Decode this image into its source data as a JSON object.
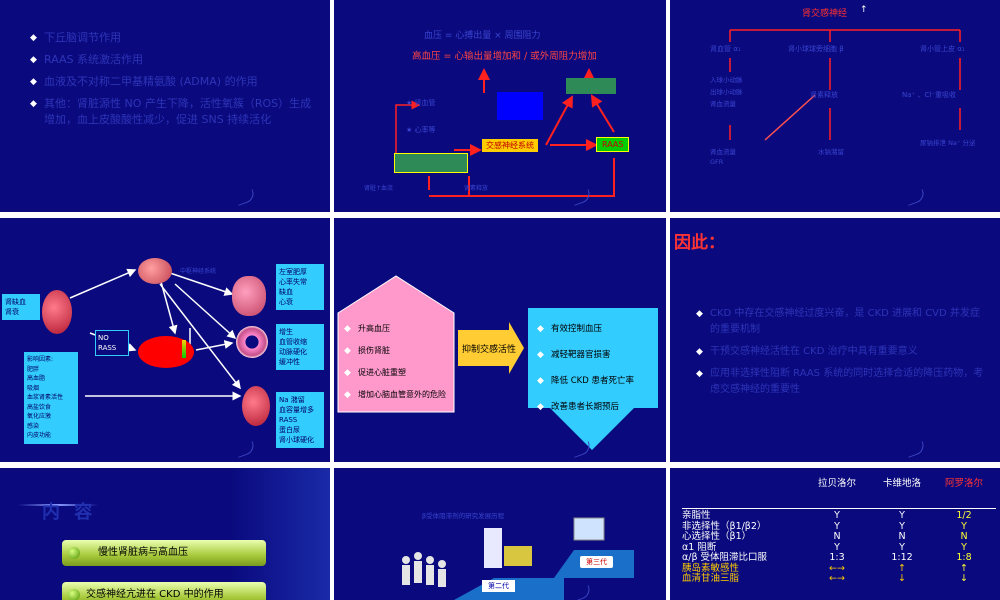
{
  "s1": {
    "bullets": [
      "下丘脑调节作用",
      "RAAS 系统激活作用",
      "血液及不对称二甲基精氨酸 (ADMA) 的作用",
      "其他：肾脏源性 NO 产生下降，活性氧簇（ROS）生成增加，血上皮酸酸性减少，促进 SNS 持续活化"
    ]
  },
  "s2": {
    "top_formula": "血压 = 心搏出量 × 周围阻力",
    "formula": "高血压 = 心输出量增加和 / 或外周阻力增加",
    "sns_label": "交感神经系统",
    "raas_label": "RAAS",
    "small_labels": [
      "★ 肾血管",
      "★ 心率等",
      "肾脏↑血流",
      "肾素释放"
    ]
  },
  "s3": {
    "title": "肾交感神经",
    "receptors": [
      "肾血管 α₁",
      "肾小球球旁细胞 β",
      "肾小管上皮 α₁"
    ],
    "col1": [
      "入球小动脉",
      "出球小动脉",
      "肾血流量"
    ],
    "col2": "肾素释放",
    "col3": "Na⁺ 、Cl⁻重吸收",
    "low": [
      "肾血流量",
      "GFR",
      "水钠潴留",
      "尿钠排泄 Na⁺ 分泌"
    ]
  },
  "s4": {
    "left_box": [
      "肾缺血",
      "肾衰"
    ],
    "center_box": [
      "NO",
      "RASS"
    ],
    "right_box1": [
      "左室肥厚",
      "心率失常",
      "缺血",
      "心衰"
    ],
    "right_box2": [
      "增生",
      "血管收缩",
      "动脉硬化",
      "缓冲性"
    ],
    "right_box3": [
      "Na 潴留",
      "血容量增多",
      "RASS",
      "蛋白尿",
      "肾小球硬化"
    ],
    "bottom_box": [
      "影响因素:",
      "肥胖",
      "高血脂",
      "吸烟",
      "血浆肾素活性",
      "高盐饮食",
      "氧化应激",
      "感染",
      "内皮功能"
    ],
    "brain_label": "中枢神经系统"
  },
  "s5": {
    "left_items": [
      "升高血压",
      "损伤肾脏",
      "促进心脏重塑",
      "增加心脑血管意外的危险"
    ],
    "middle_label": "抑制交感活性",
    "right_items": [
      "有效控制血压",
      "减轻靶器官损害",
      "降低 CKD 患者死亡率",
      "改善患者长期预后"
    ]
  },
  "s6": {
    "title": "因此：",
    "bullets": [
      "CKD 中存在交感神经过度兴奋，是 CKD 进展和 CVD 并发症的重要机制",
      "干预交感神经活性在 CKD 治疗中具有重要意义",
      "应用非选择性阻断 RAAS 系统的同时选择合适的降压药物，考虑交感神经的重要性"
    ]
  },
  "s7": {
    "title": "内 容",
    "items": [
      "慢性肾脏病与高血压",
      "交感神经亢进在 CKD 中的作用"
    ]
  },
  "s8": {
    "title": "β受体阻滞剂的研究发展历程",
    "gen2": "第二代",
    "gen3": "第三代"
  },
  "s9": {
    "headers": [
      "拉贝洛尔",
      "卡维地洛",
      "阿罗洛尔"
    ],
    "header_colors": [
      "#ffffff",
      "#ffffff",
      "#ff3333"
    ],
    "rows": [
      {
        "label": "亲脂性",
        "vals": [
          "Y",
          "Y",
          "1/2"
        ],
        "color": "#ffffff"
      },
      {
        "label": "非选择性（β1/β2）",
        "vals": [
          "Y",
          "Y",
          "Y"
        ],
        "color": "#ffffff"
      },
      {
        "label": "心选择性（β1）",
        "vals": [
          "N",
          "N",
          "N"
        ],
        "color": "#ffffff"
      },
      {
        "label": "α1 阻断",
        "vals": [
          "Y",
          "Y",
          "Y"
        ],
        "color": "#ffffff"
      },
      {
        "label": "α/β 受体阻滞比口服",
        "vals": [
          "1:3",
          "1:12",
          "1:8"
        ],
        "color": "#ffffff"
      },
      {
        "label": "胰岛素敏感性",
        "vals": [
          "←→",
          "↑",
          "↑"
        ],
        "color": "#ffcc00"
      },
      {
        "label": "血清甘油三脂",
        "vals": [
          "←→",
          "↓",
          "↓"
        ],
        "color": "#ffcc00"
      }
    ]
  }
}
